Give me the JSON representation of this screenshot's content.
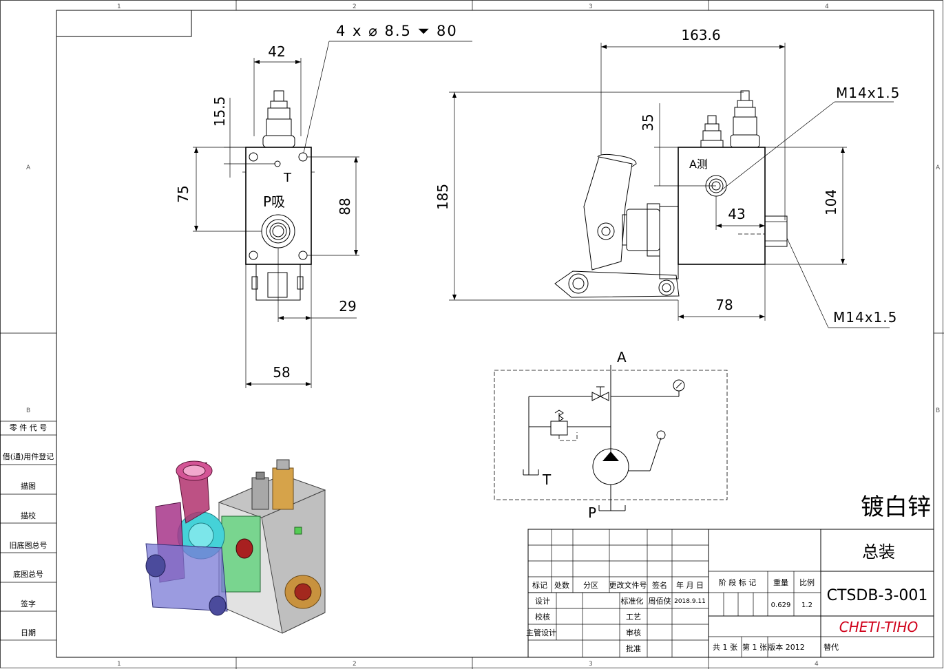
{
  "frame": {
    "cols_top": [
      "1",
      "2",
      "3",
      "4"
    ],
    "cols_bottom": [
      "1",
      "2",
      "3",
      "4"
    ],
    "rows_left": [
      "A",
      "B"
    ],
    "rows_right": [
      "A",
      "B"
    ]
  },
  "left_strip": [
    "零 件 代 号",
    "借(通)用件登记",
    "描图",
    "描校",
    "旧底图总号",
    "底图总号",
    "签字",
    "日期"
  ],
  "front_view": {
    "hole_note": "4 x ⌀ 8.5 ⏷ 80",
    "dims": {
      "top_width": "42",
      "height_15_5": "15.5",
      "left_75": "75",
      "right_88": "88",
      "offset_29": "29",
      "width_58": "58"
    },
    "labels": {
      "port_t": "T",
      "port_p": "P吸"
    }
  },
  "side_view": {
    "dims": {
      "width_163_6": "163.6",
      "height_185": "185",
      "height_35": "35",
      "offset_43": "43",
      "height_104": "104",
      "width_78": "78"
    },
    "thread_top": "M14x1.5",
    "thread_bottom": "M14x1.5",
    "label_a": "A测"
  },
  "schematic": {
    "label_a": "A",
    "label_t": "T",
    "label_p": "P"
  },
  "finish_note": "镀白锌",
  "title_block": {
    "title": "总装",
    "drawing_no": "CTSDB-3-001",
    "company": "CHETI-TIHO",
    "headers": [
      "标记",
      "处数",
      "分区",
      "更改文件号",
      "签名",
      "年 月 日"
    ],
    "design": "设计",
    "standardize": "标准化",
    "designer": "周佰侠",
    "date": "2018.9.11",
    "check": "校核",
    "process": "工艺",
    "chief": "主管设计",
    "review": "审核",
    "approve": "批准",
    "stage_mark": "阶 段 标 记",
    "weight_label": "重量",
    "scale_label": "比例",
    "weight": "0.629",
    "scale": "1.2",
    "sheets_total": "共 1 张",
    "sheet_no": "第 1 张",
    "version": "版本 2012",
    "replace": "替代"
  },
  "colors": {
    "line": "#000000",
    "company_red": "#d0021b"
  }
}
